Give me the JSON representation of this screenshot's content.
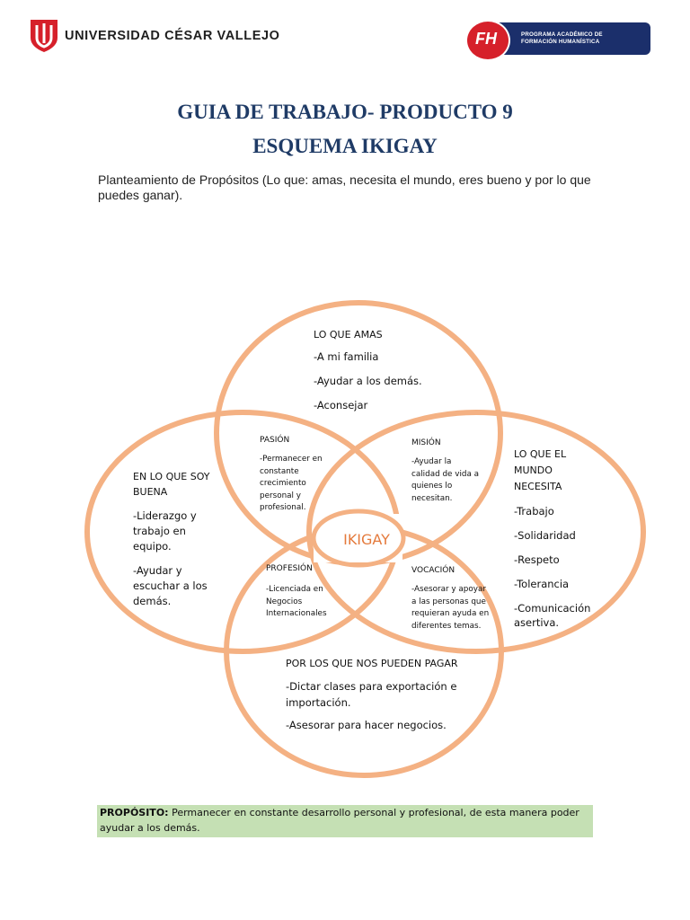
{
  "header": {
    "university_name": "UNIVERSIDAD CÉSAR VALLEJO",
    "program_logo_initials": "FH",
    "program_line1": "PROGRAMA ACADÉMICO DE",
    "program_line2": "FORMACIÓN HUMANÍSTICA",
    "colors": {
      "ucv_red": "#d6202a",
      "program_blue": "#1b2f6b"
    }
  },
  "title_line1": "GUIA DE TRABAJO- PRODUCTO 9",
  "title_line2": "ESQUEMA IKIGAY",
  "intro": "Planteamiento de Propósitos (Lo que: amas, necesita el mundo, eres bueno y por lo que puedes ganar).",
  "venn": {
    "ring_color": "#f4b183",
    "center_label": "IKIGAY",
    "center_color": "#e47a3c",
    "top": {
      "heading": "LO QUE AMAS",
      "items": [
        "-A mi familia",
        "-Ayudar a los demás.",
        "-Aconsejar"
      ]
    },
    "left": {
      "heading_line1": "EN LO QUE SOY",
      "heading_line2": "BUENA",
      "items": [
        "-Liderazgo y",
        "trabajo en",
        "equipo.",
        "-Ayudar y",
        "escuchar a los",
        "demás."
      ]
    },
    "right": {
      "heading_line1": "LO QUE EL",
      "heading_line2": "MUNDO",
      "heading_line3": "NECESITA",
      "items": [
        "-Trabajo",
        "-Solidaridad",
        "-Respeto",
        "-Tolerancia",
        "-Comunicación",
        "asertiva."
      ]
    },
    "bottom": {
      "heading": "POR LOS QUE NOS PUEDEN PAGAR",
      "items": [
        "-Dictar clases para exportación e",
        "importación.",
        "-Asesorar para hacer negocios."
      ]
    },
    "pasion": {
      "heading": "PASIÓN",
      "lines": [
        "-Permanecer en",
        "constante",
        "crecimiento",
        "personal y",
        "profesional."
      ]
    },
    "mision": {
      "heading": "MISIÓN",
      "lines": [
        "-Ayudar la",
        "calidad de vida a",
        "quienes lo",
        "necesitan."
      ]
    },
    "profesion": {
      "heading": "PROFESIÓN",
      "lines": [
        "-Licenciada en",
        "Negocios",
        "Internacionales"
      ]
    },
    "vocacion": {
      "heading": "VOCACIÓN",
      "lines": [
        "-Asesorar y apoyar",
        "a las personas que",
        "requieran ayuda en",
        "diferentes temas."
      ]
    }
  },
  "proposito": {
    "label": "PROPÓSITO:",
    "text": "Permanecer en constante desarrollo personal y profesional, de esta manera poder ayudar a los demás.",
    "background": "#c5e0b4"
  }
}
